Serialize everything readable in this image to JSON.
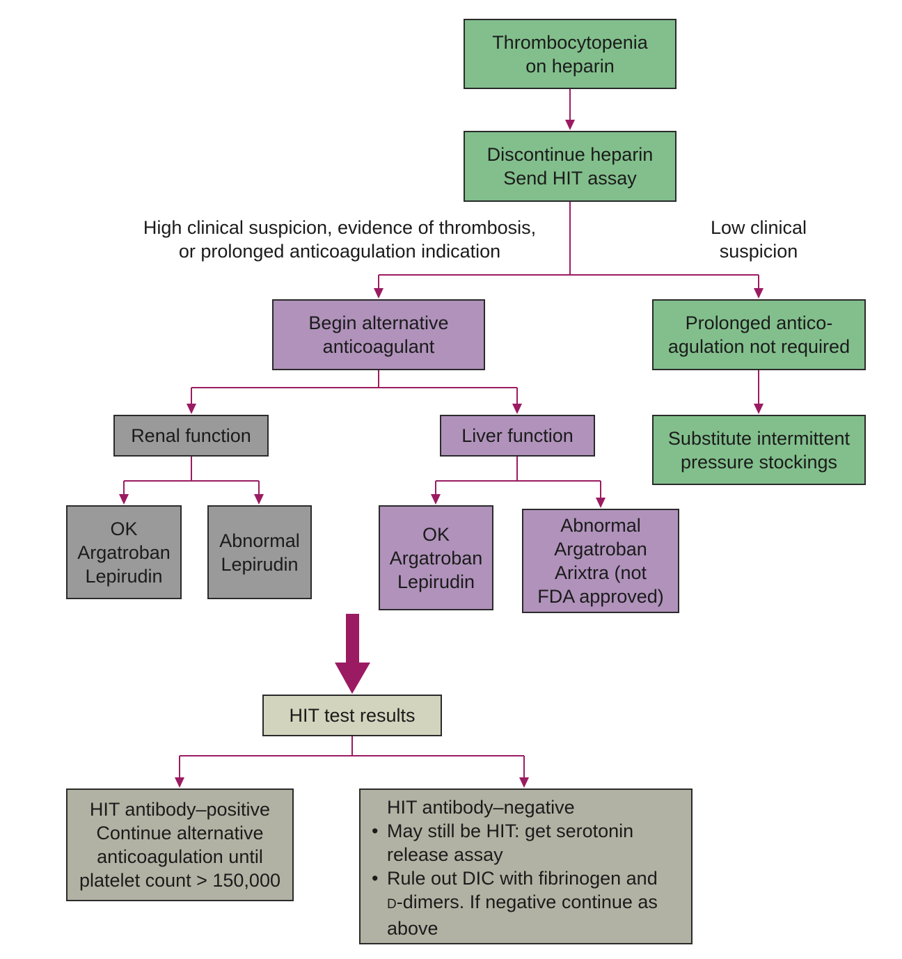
{
  "colors": {
    "green": "#82bf8c",
    "purple": "#b092bb",
    "gray": "#9a9a9a",
    "beige": "#d2d4bd",
    "khaki": "#b2b2a4",
    "connector": "#9b1b62"
  },
  "nodes": {
    "thrombocytopenia": {
      "lines": [
        "Thrombocytopenia",
        "on heparin"
      ]
    },
    "discontinue": {
      "lines": [
        "Discontinue heparin",
        "Send HIT assay"
      ]
    },
    "begin_alternative": {
      "lines": [
        "Begin alternative",
        "anticoagulant"
      ]
    },
    "prolonged": {
      "lines": [
        "Prolonged antico-",
        "agulation not required"
      ]
    },
    "substitute": {
      "lines": [
        "Substitute intermittent",
        "pressure stockings"
      ]
    },
    "renal": {
      "lines": [
        "Renal function"
      ]
    },
    "liver": {
      "lines": [
        "Liver function"
      ]
    },
    "renal_ok": {
      "lines": [
        "OK",
        "Argatroban",
        "Lepirudin"
      ]
    },
    "renal_abnormal": {
      "lines": [
        "Abnormal",
        "Lepirudin"
      ]
    },
    "liver_ok": {
      "lines": [
        "OK",
        "Argatroban",
        "Lepirudin"
      ]
    },
    "liver_abnormal": {
      "lines": [
        "Abnormal",
        "Argatroban",
        "Arixtra (not",
        "FDA approved)"
      ]
    },
    "hit_results": {
      "lines": [
        "HIT test results"
      ]
    },
    "hit_positive": {
      "lines": [
        "HIT antibody–positive",
        "Continue alternative",
        "anticoagulation until",
        "platelet count > 150,000"
      ]
    },
    "hit_negative": {
      "title": "HIT antibody–negative",
      "bullet_symbol": "•",
      "bullet1": [
        "May still be HIT: get serotonin",
        "release assay"
      ],
      "bullet2_line1": "Rule out DIC with fibrinogen and",
      "bullet2_smallcap": "D",
      "bullet2_line2_rest": "-dimers. If negative continue as",
      "bullet2_line3": "above"
    }
  },
  "edge_labels": {
    "high_suspicion": [
      "High clinical suspicion, evidence of thrombosis,",
      "or prolonged anticoagulation indication"
    ],
    "low_suspicion": [
      "Low clinical",
      "suspicion"
    ]
  }
}
